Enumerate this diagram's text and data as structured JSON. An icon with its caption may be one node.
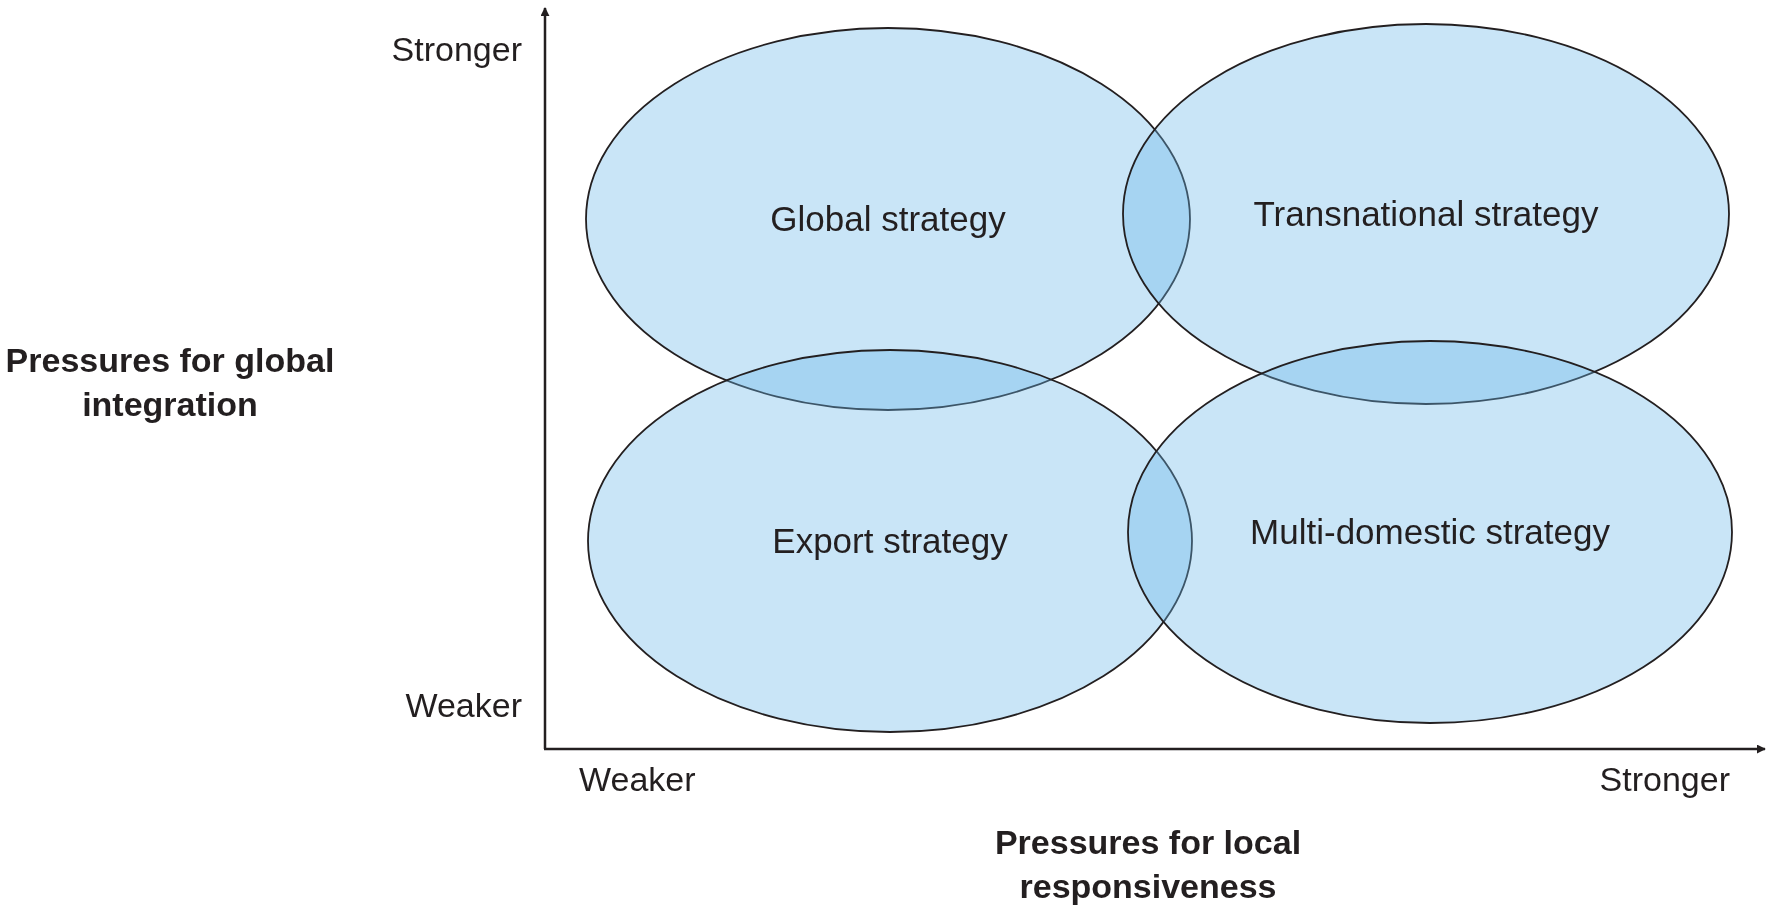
{
  "diagram": {
    "nodes": [
      {
        "text": [
          "Global strategy"
        ]
      },
      {
        "text": [
          "Transnational strategy"
        ]
      },
      {
        "text": [
          "Export strategy"
        ]
      },
      {
        "text": [
          "Multi-domestic strategy"
        ]
      }
    ],
    "edges": [],
    "labels": [
      "Stronger",
      "Pressures for global integration",
      "Weaker",
      "Weaker",
      "Stronger",
      "Pressures for local responsiveness"
    ]
  }
}
